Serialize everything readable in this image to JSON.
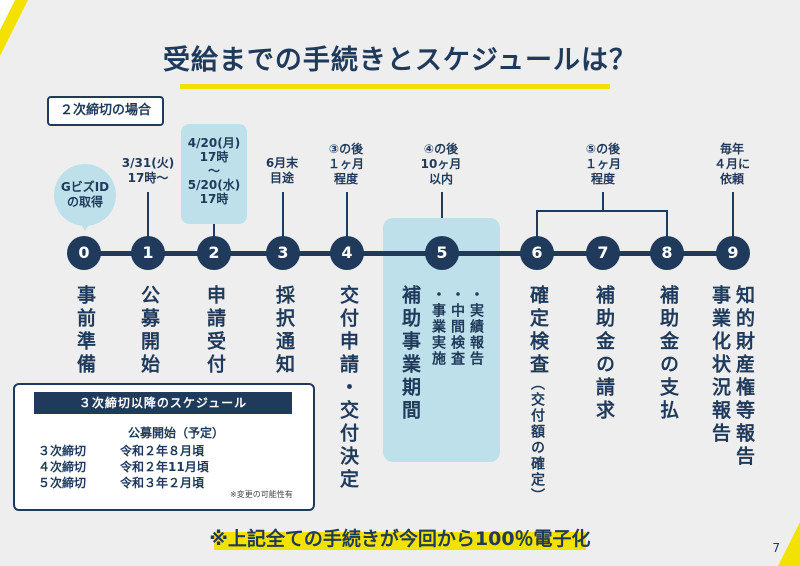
{
  "title": "受給までの手続きとスケジュールは？",
  "case_label": "２次締切の場合",
  "bubble": "GビズID\nの取得",
  "steps": [
    {
      "num": "0",
      "label": "事前準備",
      "above": ""
    },
    {
      "num": "1",
      "label": "公募開始",
      "above": "3/31(火)\n17時～"
    },
    {
      "num": "2",
      "label": "申請受付",
      "above": "4/20(月)\n17時\n～\n5/20(水)\n17時"
    },
    {
      "num": "3",
      "label": "採択通知",
      "above": "6月末\n目途"
    },
    {
      "num": "4",
      "label": "交付申請・交付決定",
      "above": "③の後\n１ヶ月\n程度"
    },
    {
      "num": "5",
      "label": "補助事業期間",
      "above": "④の後\n10ヶ月\n以内"
    },
    {
      "num": "6",
      "label": "確定検査",
      "above": ""
    },
    {
      "num": "7",
      "label": "補助金の請求",
      "above": ""
    },
    {
      "num": "8",
      "label": "補助金の支払",
      "above": ""
    },
    {
      "num": "9",
      "label": "知的財産権等報告",
      "above": "毎年\n４月に\n依頼"
    }
  ],
  "step5_items": [
    "・実績報告",
    "・中間検査",
    "・事業実施"
  ],
  "step6_sub": "（交付額の確定）",
  "step9_line2": "事業化状況報告",
  "bracket_label": "⑤の後\n１ヶ月\n程度",
  "later": {
    "heading": "３次締切以降のスケジュール",
    "col_header": "公募開始（予定）",
    "rows": [
      {
        "round": "３次締切",
        "date": "令和２年８月頃"
      },
      {
        "round": "４次締切",
        "date": "令和２年11月頃"
      },
      {
        "round": "５次締切",
        "date": "令和３年２月頃"
      }
    ],
    "note": "※変更の可能性有"
  },
  "footer": "※上記全ての手続きが今回から100％電子化",
  "page_number": "7",
  "colors": {
    "navy": "#1f3a5a",
    "light_blue": "#bde0ea",
    "yellow": "#f3e200"
  }
}
